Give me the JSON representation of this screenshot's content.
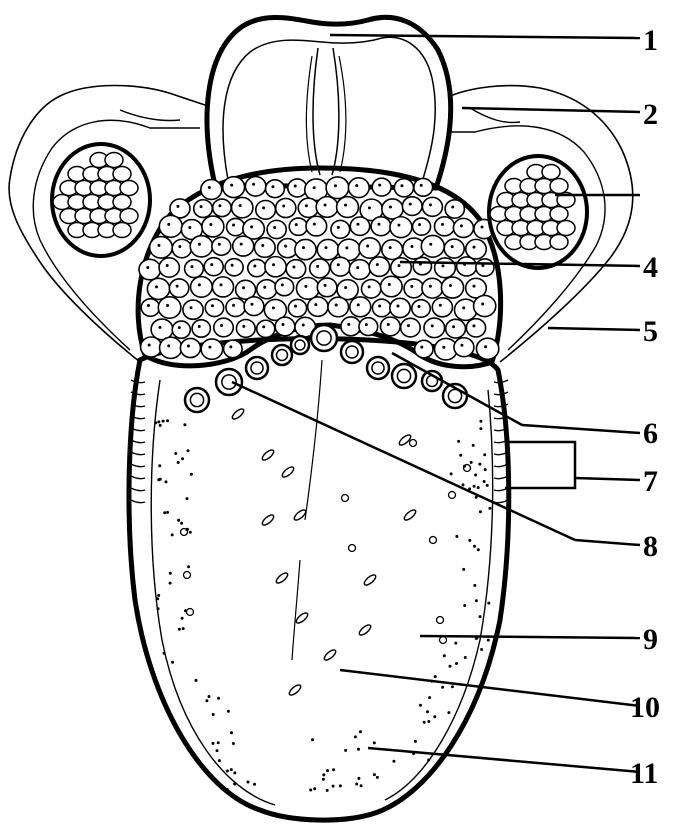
{
  "diagram": {
    "colors": {
      "ink": "#000000",
      "paper": "#ffffff"
    },
    "labels": [
      "1",
      "2",
      "",
      "4",
      "5",
      "6",
      "7",
      "8",
      "9",
      "10",
      "11"
    ]
  }
}
